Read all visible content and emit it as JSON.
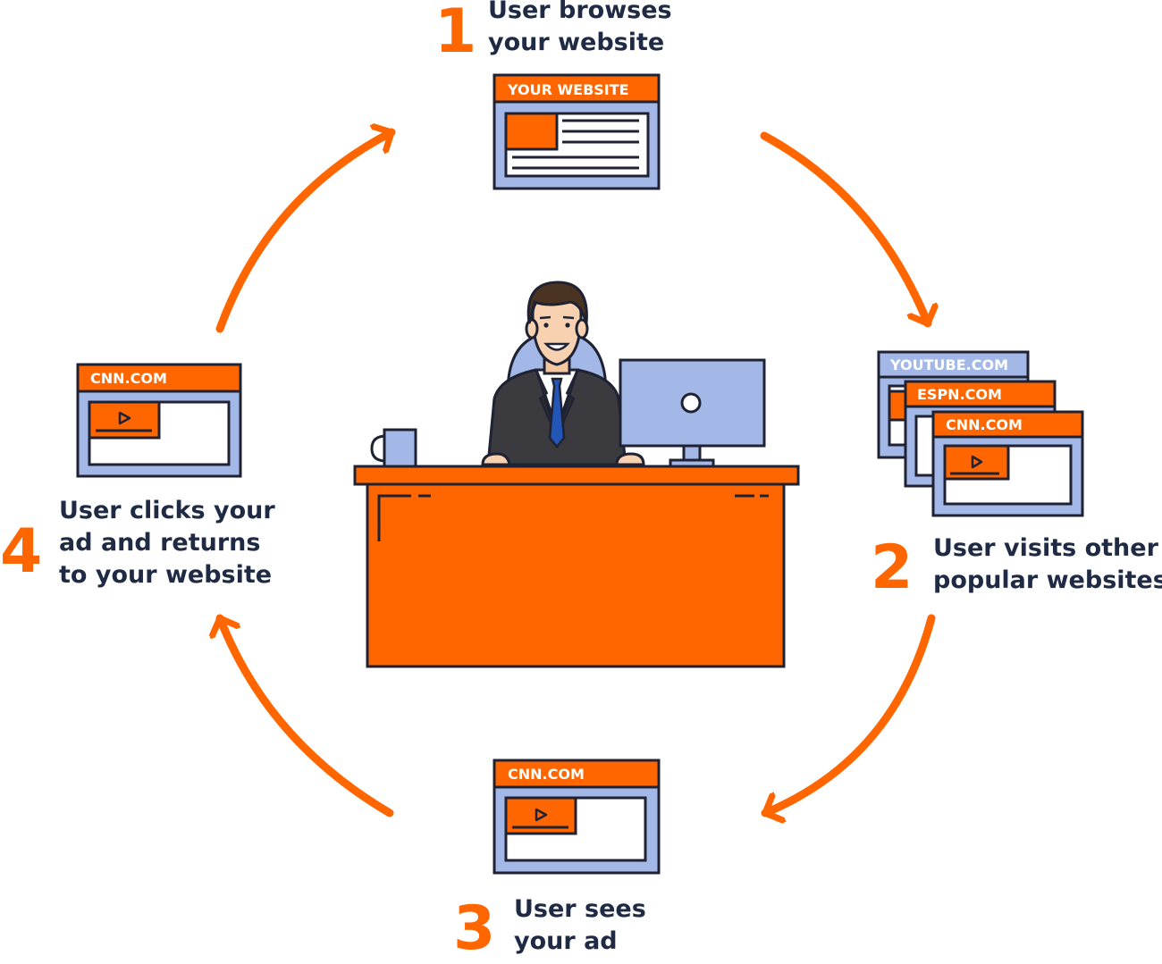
{
  "steps": [
    {
      "number": "1",
      "lines": [
        "User browses",
        "your website"
      ]
    },
    {
      "number": "2",
      "lines": [
        "User visits other",
        "popular websites"
      ]
    },
    {
      "number": "3",
      "lines": [
        "User sees",
        "your ad"
      ]
    },
    {
      "number": "4",
      "lines": [
        "User clicks your",
        "ad and returns",
        "to your website"
      ]
    }
  ],
  "windows": {
    "your_website": "YOUR WEBSITE",
    "youtube": "YOUTUBE.COM",
    "espn": "ESPN.COM",
    "cnn_right": "CNN.COM",
    "cnn_bottom": "CNN.COM",
    "cnn_left": "CNN.COM"
  },
  "colors": {
    "accent": "#ff6600",
    "window_frame": "#a4b8e8",
    "outline": "#1f2233",
    "text": "#1f2a44"
  },
  "icons": [
    "play-icon",
    "cycle-arrow-icon",
    "businessman-figure",
    "desk",
    "monitor-icon",
    "coffee-mug-icon"
  ]
}
